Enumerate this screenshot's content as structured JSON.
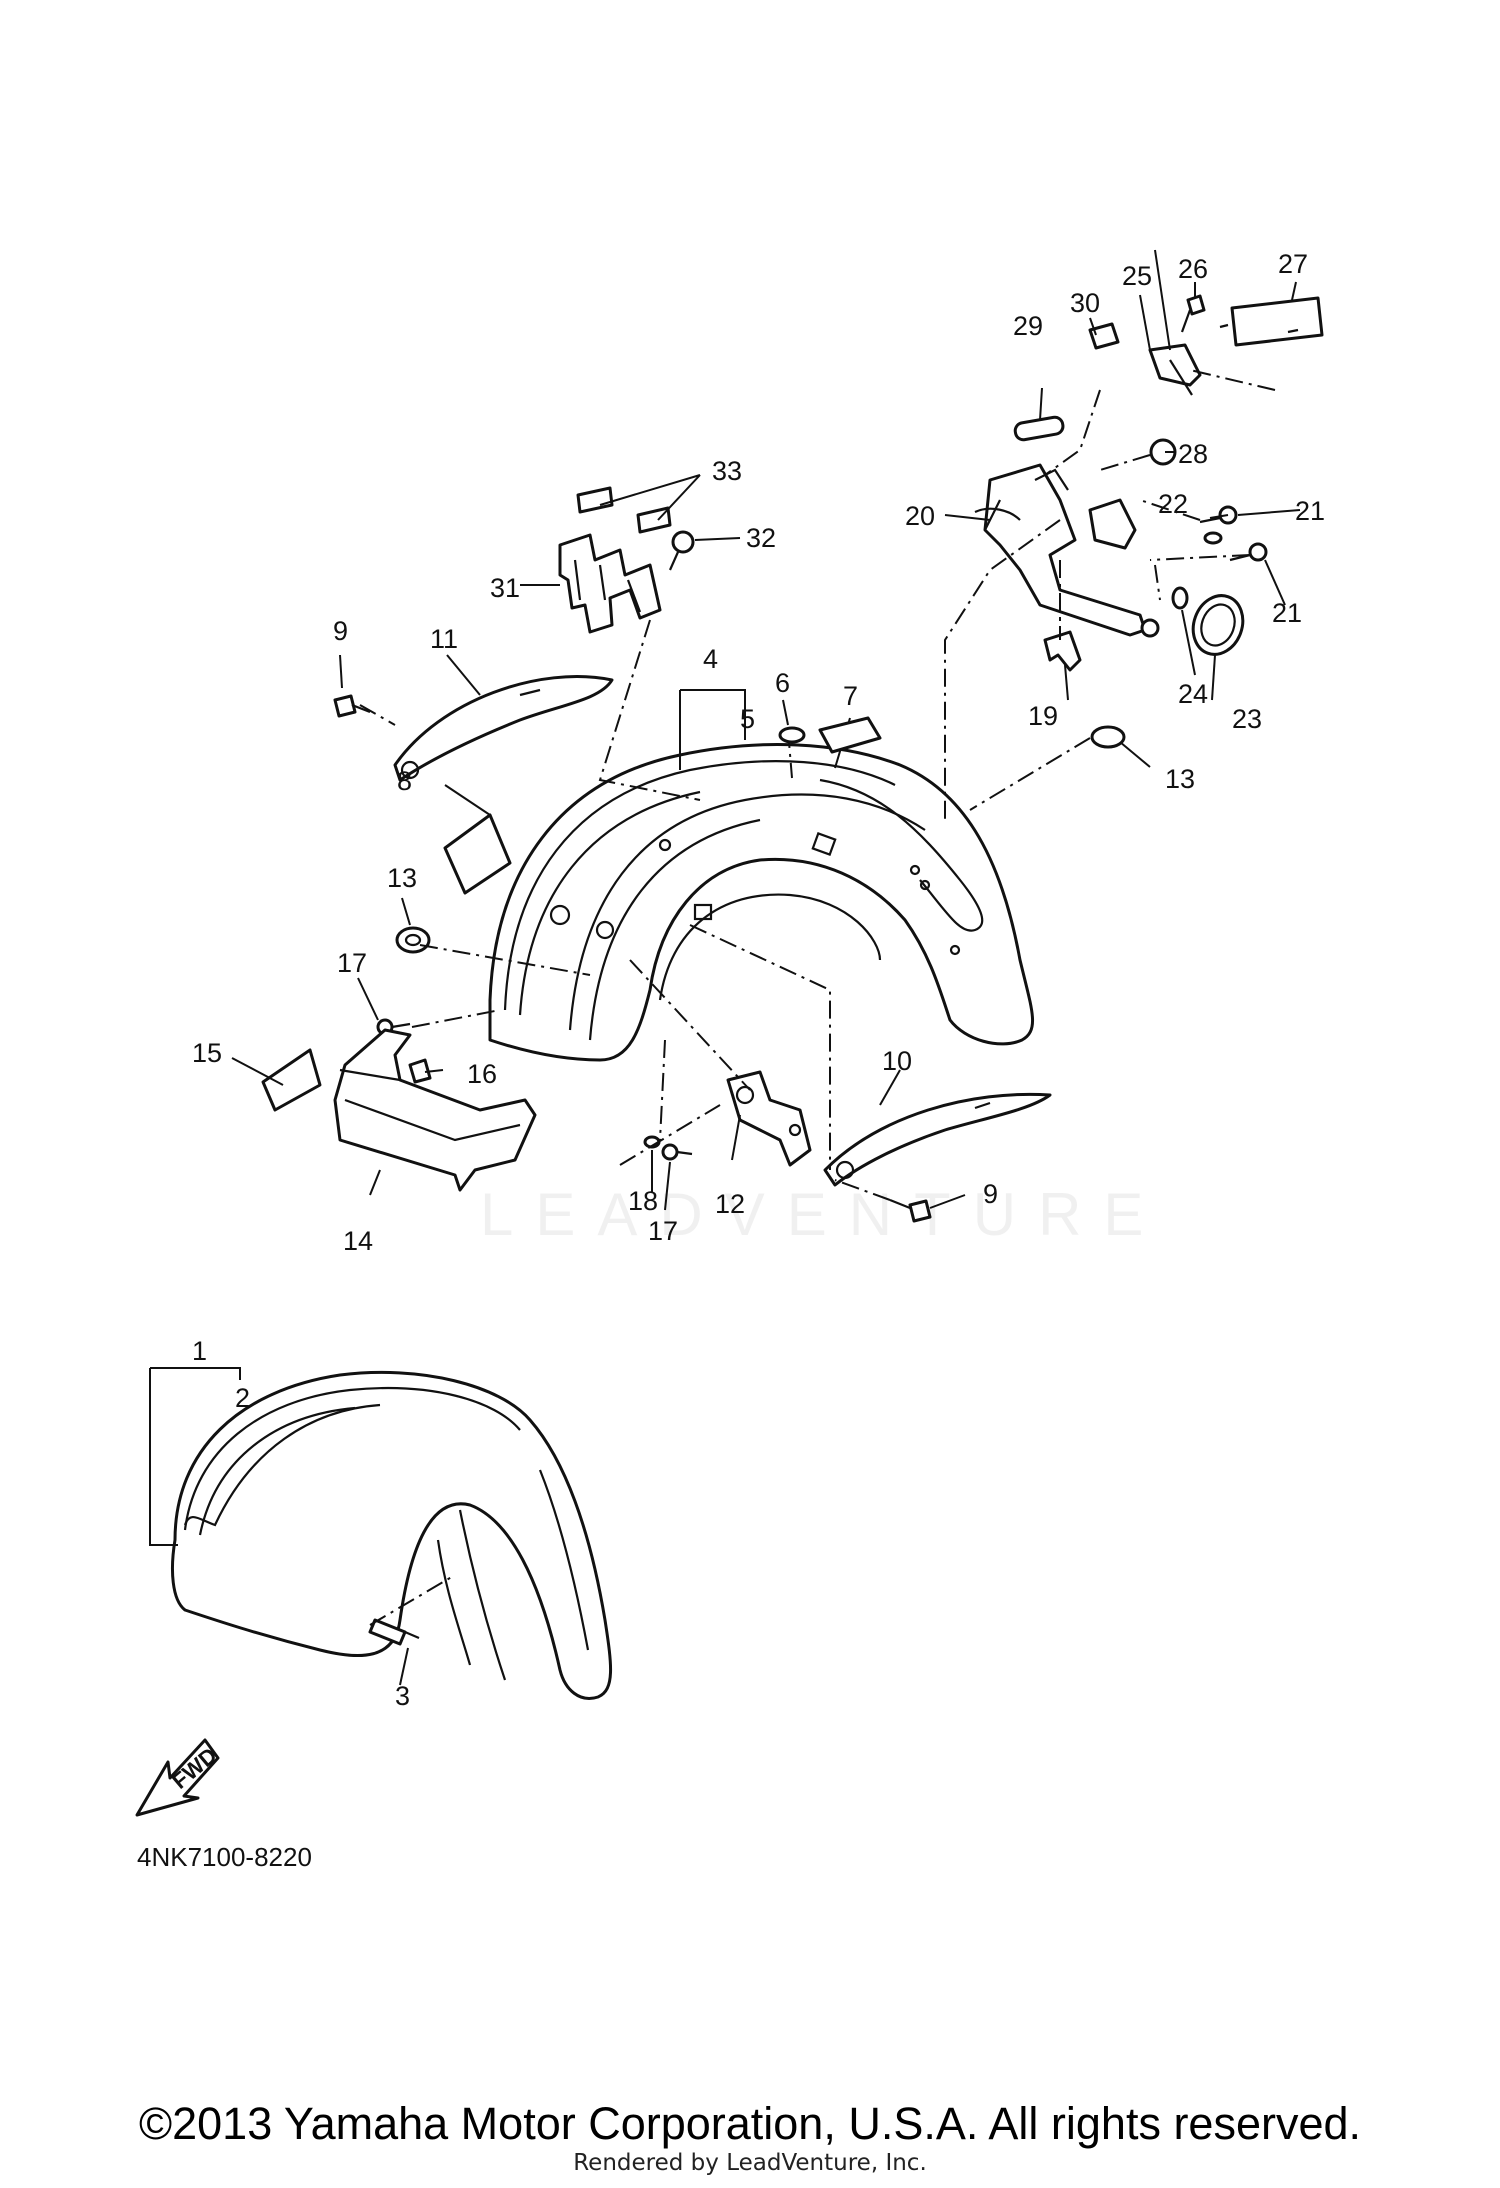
{
  "diagram": {
    "callouts": [
      {
        "id": "c27",
        "text": "27"
      },
      {
        "id": "c26",
        "text": "26"
      },
      {
        "id": "c25",
        "text": "25"
      },
      {
        "id": "c30",
        "text": "30"
      },
      {
        "id": "c29",
        "text": "29"
      },
      {
        "id": "c33",
        "text": "33"
      },
      {
        "id": "c32",
        "text": "32"
      },
      {
        "id": "c31",
        "text": "31"
      },
      {
        "id": "c28",
        "text": "28"
      },
      {
        "id": "c20",
        "text": "20"
      },
      {
        "id": "c22",
        "text": "22"
      },
      {
        "id": "c21a",
        "text": "21"
      },
      {
        "id": "c21b",
        "text": "21"
      },
      {
        "id": "c9a",
        "text": "9"
      },
      {
        "id": "c11",
        "text": "11"
      },
      {
        "id": "c4",
        "text": "4"
      },
      {
        "id": "c6",
        "text": "6"
      },
      {
        "id": "c7",
        "text": "7"
      },
      {
        "id": "c5",
        "text": "5"
      },
      {
        "id": "c24",
        "text": "24"
      },
      {
        "id": "c23",
        "text": "23"
      },
      {
        "id": "c19",
        "text": "19"
      },
      {
        "id": "c13a",
        "text": "13"
      },
      {
        "id": "c8",
        "text": "8"
      },
      {
        "id": "c13b",
        "text": "13"
      },
      {
        "id": "c17a",
        "text": "17"
      },
      {
        "id": "c15",
        "text": "15"
      },
      {
        "id": "c16",
        "text": "16"
      },
      {
        "id": "c10",
        "text": "10"
      },
      {
        "id": "c18",
        "text": "18"
      },
      {
        "id": "c17b",
        "text": "17"
      },
      {
        "id": "c12",
        "text": "12"
      },
      {
        "id": "c9b",
        "text": "9"
      },
      {
        "id": "c14",
        "text": "14"
      },
      {
        "id": "c1",
        "text": "1"
      },
      {
        "id": "c2",
        "text": "2"
      },
      {
        "id": "c3",
        "text": "3"
      }
    ],
    "fwd_label": "FWD",
    "reference_code": "4NK7100-8220",
    "watermark": "LEADVENTURE"
  },
  "footer": {
    "copyright": "©2013 Yamaha Motor Corporation, U.S.A. All rights reserved.",
    "rendered_by": "Rendered by LeadVenture, Inc."
  }
}
